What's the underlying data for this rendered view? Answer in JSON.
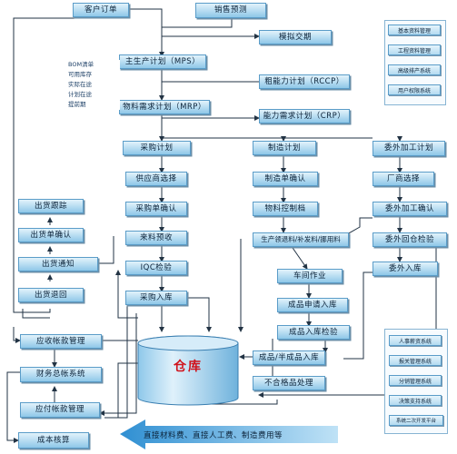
{
  "nodes": {
    "customer_order": "客户订单",
    "sales_forecast": "销售预测",
    "simulated_delivery": "模拟交期",
    "mps": "主生产计划（MPS）",
    "rccp": "粗能力计划（RCCP）",
    "mrp": "物料需求计划（MRP）",
    "crp": "能力需求计划（CRP）",
    "procurement_plan": "采购计划",
    "manufacturing_plan": "制造计划",
    "outsourcing_plan": "委外加工计划",
    "supplier_selection": "供应商选择",
    "purchase_order_confirm": "采购单确认",
    "incoming_receiving": "来料预收",
    "iqc": "IQC检验",
    "purchase_in": "采购入库",
    "mfg_order_confirm": "制造单确认",
    "material_control": "物料控制档",
    "production_picking": "生产领退料/补发料/挪用料",
    "workshop": "车间作业",
    "finished_request": "成品申请入库",
    "finished_inspection": "成品入库检验",
    "finished_in": "成品/半成品入库",
    "nonconforming": "不合格品处理",
    "vendor_selection": "厂商选择",
    "outsourcing_confirm": "委外加工确认",
    "outsourcing_return": "委外回仓检验",
    "outsourcing_in": "委外入库",
    "shipment_tracking": "出货跟踪",
    "shipment_confirm": "出货单确认",
    "shipment_notice": "出货通知",
    "shipment_return": "出货退回",
    "ar": "应收帐款管理",
    "general_ledger": "财务总帐系统",
    "ap": "应付帐款管理",
    "cost_accounting": "成本核算",
    "warehouse": "仓库"
  },
  "bom_note": [
    "BOM清单",
    "可用库存",
    "实际在途",
    "计划在途",
    "提前期"
  ],
  "banner": "直接材料费、直接人工费、制造费用等",
  "top_panel": [
    "基本资料管理",
    "工程资料管理",
    "高级排产系统",
    "用户权限系统"
  ],
  "bottom_panel": [
    "人事薪资系统",
    "报关管理系统",
    "分销管理系统",
    "决策支持系统",
    "系统二次开发平台"
  ],
  "colors": {
    "line": "#223344",
    "box_border": "#5a9cc8",
    "warehouse_text": "#d0121b",
    "banner": "#4ba3dc"
  }
}
